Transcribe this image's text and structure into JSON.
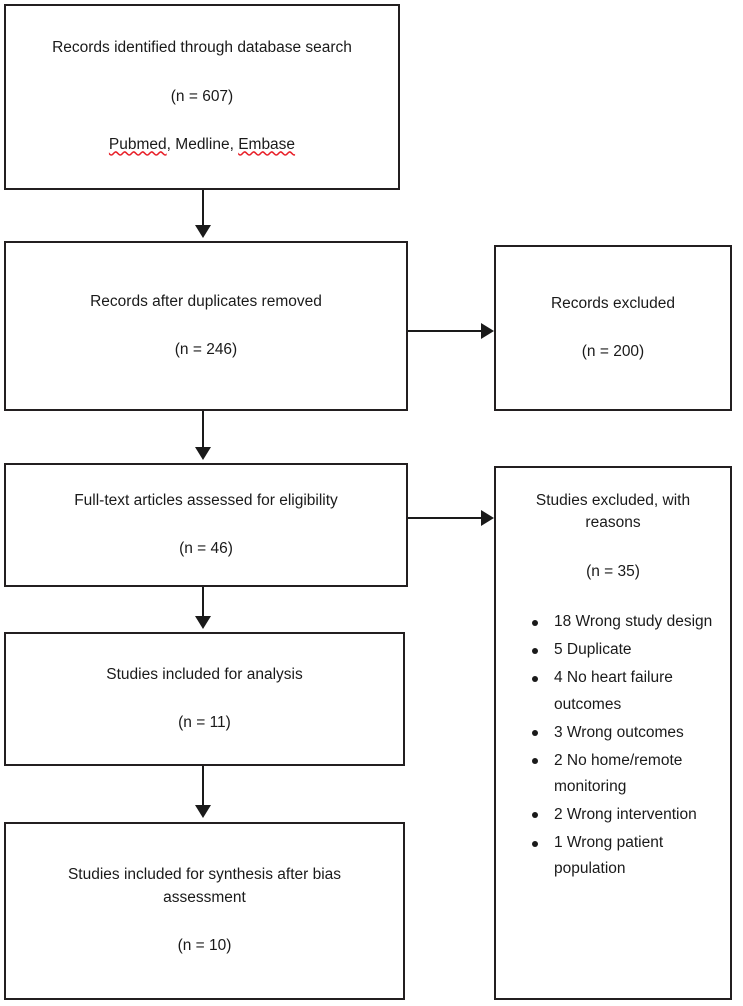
{
  "diagram": {
    "type": "prisma-flow-diagram",
    "boxes": {
      "identification": {
        "line1": "Records identified through database search",
        "line2": "(n = 607)",
        "sources_prefix": "",
        "source1": "Pubmed",
        "source_sep1": ", ",
        "source2": "Medline",
        "source_sep2": ", ",
        "source3": "Embase"
      },
      "after_duplicates": {
        "line1": "Records after duplicates removed",
        "line2": "(n = 246)"
      },
      "records_excluded": {
        "line1": "Records excluded",
        "line2": "(n = 200)"
      },
      "fulltext_assessed": {
        "line1": "Full-text articles assessed for eligibility",
        "line2": "(n = 46)"
      },
      "studies_excluded_reasons": {
        "line1": "Studies excluded, with",
        "line2": "reasons",
        "line3": "(n = 35)",
        "reasons": [
          "18 Wrong study design",
          "5 Duplicate",
          "4 No heart failure outcomes",
          "3 Wrong outcomes",
          "2 No home/remote monitoring",
          "2 Wrong intervention",
          "1 Wrong patient population"
        ]
      },
      "included_analysis": {
        "line1": "Studies included for analysis",
        "line2": "(n = 11)"
      },
      "included_synthesis": {
        "line1": "Studies included for synthesis after bias",
        "line2": "assessment",
        "line3": "(n = 10)"
      }
    },
    "colors": {
      "border": "#231f20",
      "text": "#1a1a1a",
      "spellcheck_underline": "#e8212a",
      "background": "#ffffff"
    }
  }
}
